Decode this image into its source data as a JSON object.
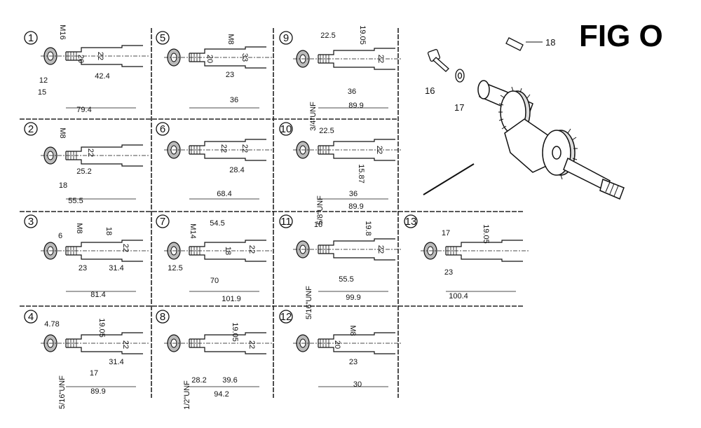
{
  "title": "FIG O",
  "callouts": {
    "c16": "16",
    "c17": "17",
    "c18": "18"
  },
  "shafts": [
    {
      "no": "1",
      "dims": [
        "M16",
        "20",
        "22",
        "42.4",
        "12",
        "15",
        "79.4"
      ]
    },
    {
      "no": "2",
      "dims": [
        "M8",
        "22",
        "25.2",
        "18",
        "55.5"
      ]
    },
    {
      "no": "3",
      "dims": [
        "M8",
        "6",
        "18",
        "22",
        "23",
        "31.4",
        "81.4"
      ]
    },
    {
      "no": "4",
      "dims": [
        "4.78",
        "19.05",
        "22",
        "31.4",
        "17",
        "5/16\"UNF",
        "89.9"
      ]
    },
    {
      "no": "5",
      "dims": [
        "M8",
        "20",
        "33",
        "23",
        "36"
      ]
    },
    {
      "no": "6",
      "dims": [
        "22",
        "22",
        "28.4",
        "68.4"
      ]
    },
    {
      "no": "7",
      "dims": [
        "M14",
        "54.5",
        "18",
        "22",
        "12.5",
        "70",
        "101.9"
      ]
    },
    {
      "no": "8",
      "dims": [
        "19.05",
        "22",
        "1/2\"UNF",
        "28.2",
        "39.6",
        "94.2"
      ]
    },
    {
      "no": "9",
      "dims": [
        "22.5",
        "19.05",
        "22",
        "3/4\"UNF",
        "36",
        "89.9"
      ]
    },
    {
      "no": "10",
      "dims": [
        "22.5",
        "22",
        "15.87",
        "5/8\"UNF",
        "36",
        "89.9"
      ]
    },
    {
      "no": "11",
      "dims": [
        "16",
        "19.8",
        "22",
        "5/16\"UNF",
        "55.5",
        "99.9"
      ]
    },
    {
      "no": "12",
      "dims": [
        "M8",
        "20",
        "23",
        "30"
      ]
    },
    {
      "no": "13",
      "dims": [
        "17",
        "19.05",
        "23",
        "100.4"
      ]
    }
  ]
}
